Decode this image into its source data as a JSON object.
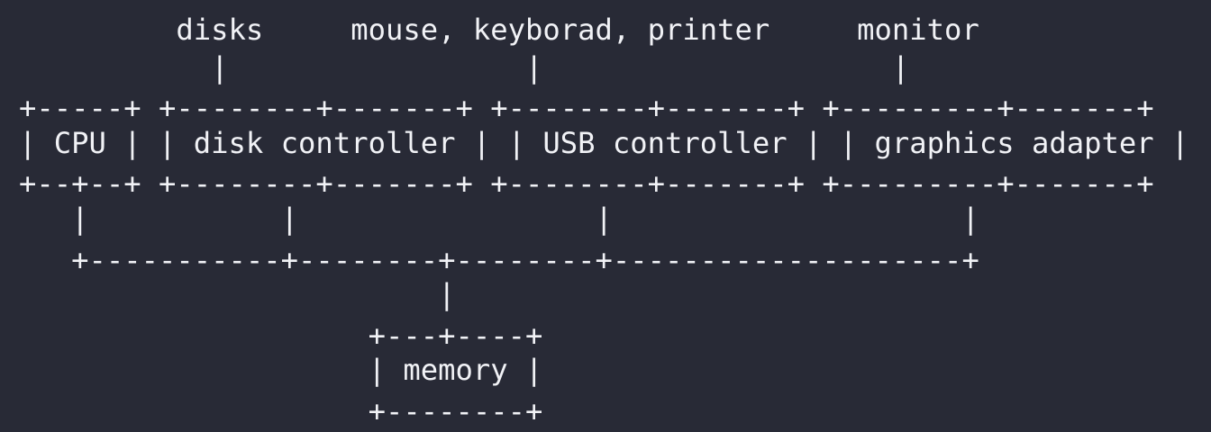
{
  "diagram": {
    "lines": [
      "         disks     mouse, keyborad, printer     monitor",
      "           |                 |                    |",
      "+-----+ +--------+-------+ +--------+-------+ +---------+-------+",
      "| CPU | | disk controller | | USB controller | | graphics adapter |",
      "+--+--+ +--------+-------+ +--------+-------+ +---------+-------+",
      "   |           |                 |                    |",
      "   +-----------+--------+--------+--------------------+",
      "                        |",
      "                    +---+----+",
      "                    | memory |",
      "                    +--------+"
    ]
  }
}
